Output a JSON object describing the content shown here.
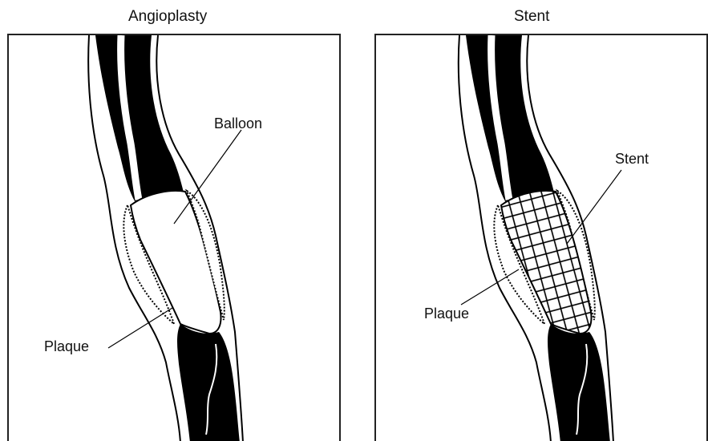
{
  "titles": {
    "left": "Angioplasty",
    "right": "Stent"
  },
  "left_panel": {
    "balloon_label": "Balloon",
    "plaque_label": "Plaque"
  },
  "right_panel": {
    "stent_label": "Stent",
    "plaque_label": "Plaque"
  }
}
